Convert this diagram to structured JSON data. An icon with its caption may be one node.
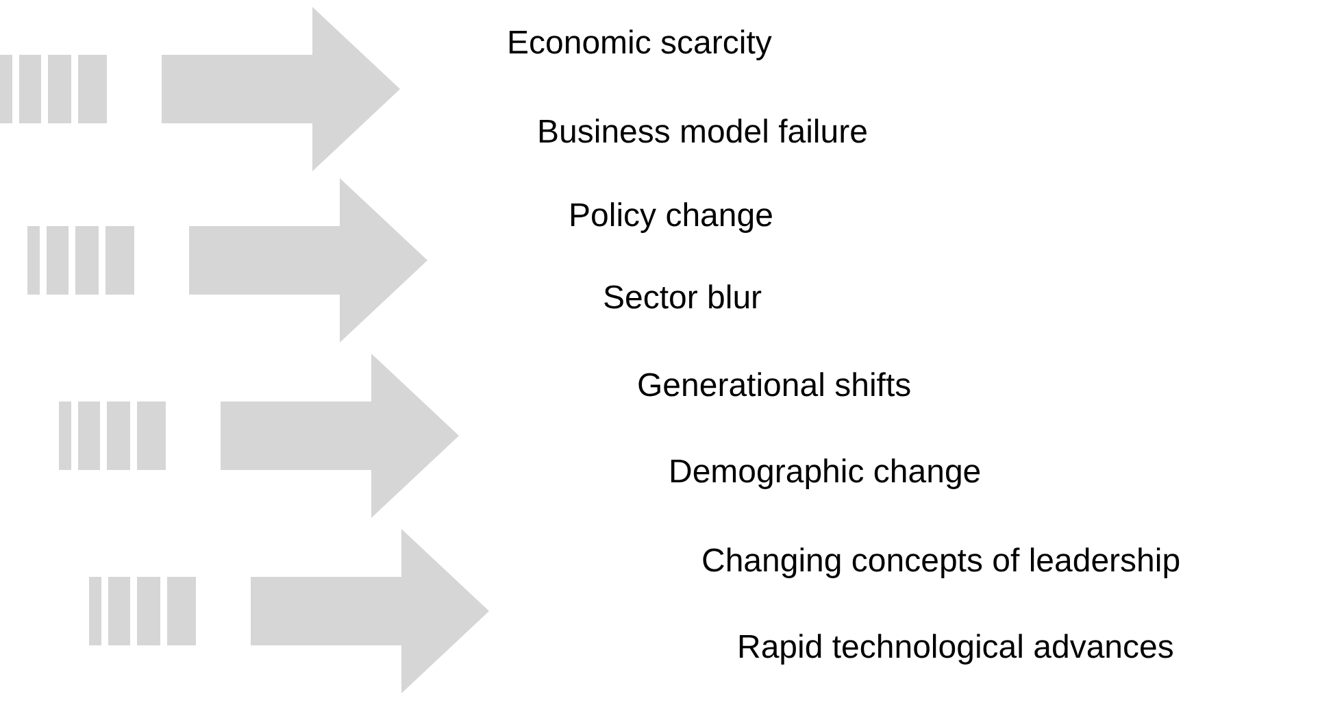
{
  "diagram": {
    "labels": [
      "Economic scarcity",
      "Business model failure",
      "Policy change",
      "Sector blur",
      "Generational shifts",
      "Demographic change",
      "Changing concepts of leadership",
      "Rapid technological advances"
    ]
  }
}
